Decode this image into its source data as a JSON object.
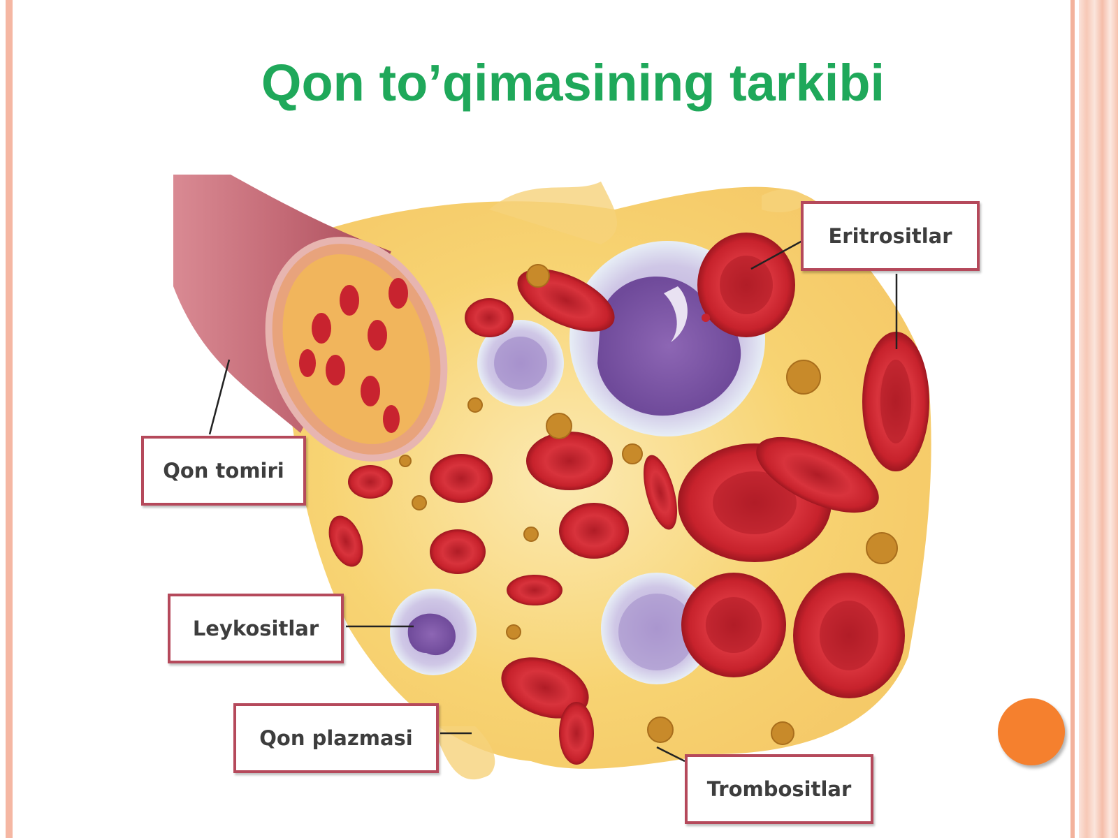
{
  "slide": {
    "title": "Qon to’qimasining tarkibi"
  },
  "labels": {
    "vessel": "Qon tomiri",
    "erythrocytes": "Eritrositlar",
    "leukocytes": "Leykositlar",
    "plasma": "Qon plazmasi",
    "platelets": "Trombositlar"
  },
  "colors": {
    "title": "#1fa85a",
    "label_border": "#b5495b",
    "red_cell": "#c8232f",
    "plasma": "#f4c24a",
    "vessel": "#c9727d",
    "white_cell": "#b7a6d8",
    "bullet": "#f5802e"
  }
}
